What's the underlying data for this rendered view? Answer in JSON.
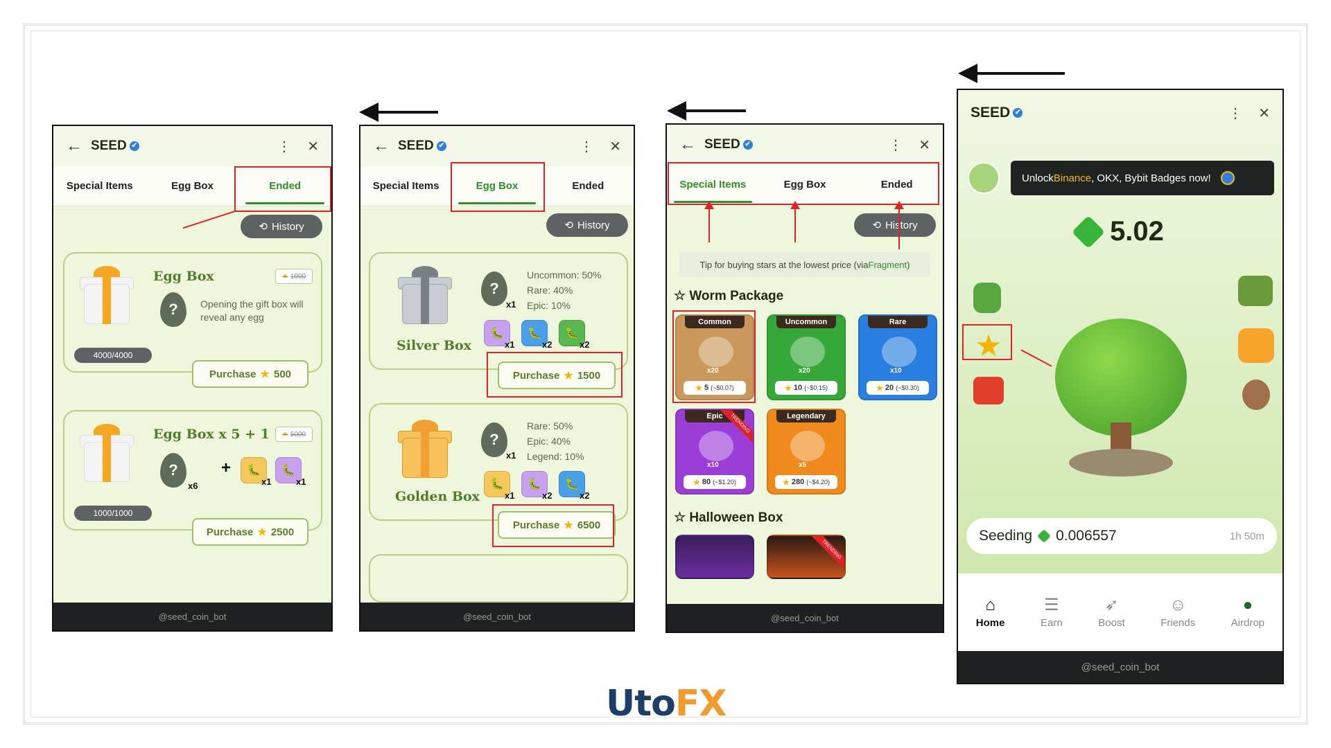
{
  "common": {
    "app_title": "SEED",
    "verified": "✔",
    "back": "←",
    "menu": "⋮",
    "close": "✕",
    "history": "History",
    "history_icon": "⟲",
    "footer": "@seed_coin_bot",
    "tabs": [
      "Special Items",
      "Egg Box",
      "Ended"
    ]
  },
  "panel1": {
    "active_tab": "Ended",
    "cards": [
      {
        "name": "Egg Box",
        "old_price": "1000",
        "desc": "Opening the gift box will reveal any egg",
        "count": "4000/4000",
        "purchase": "Purchase",
        "price": "500"
      },
      {
        "name": "Egg Box x 5 + 1",
        "old_price": "5000",
        "egg_mult": "x6",
        "plus": "+",
        "items": [
          "x1",
          "x1"
        ],
        "count": "1000/1000",
        "purchase": "Purchase",
        "price": "2500"
      }
    ]
  },
  "panel2": {
    "active_tab": "Egg Box",
    "cards": [
      {
        "name": "Silver Box",
        "egg_mult": "x1",
        "odds": [
          "Uncommon: 50%",
          "Rare: 40%",
          "Epic: 10%"
        ],
        "items": [
          "x1",
          "x2",
          "x2"
        ],
        "purchase": "Purchase",
        "price": "1500"
      },
      {
        "name": "Golden Box",
        "egg_mult": "x1",
        "odds": [
          "Rare: 50%",
          "Epic: 40%",
          "Legend: 10%"
        ],
        "items": [
          "x1",
          "x2",
          "x2"
        ],
        "purchase": "Purchase",
        "price": "6500"
      }
    ]
  },
  "panel3": {
    "active_tab": "Special Items",
    "tip_text": "Tip for buying stars at the lowest price (via ",
    "tip_link": "Fragment",
    "tip_close": ")",
    "worm_title": "Worm Package",
    "halloween_title": "Halloween Box",
    "trending": "TRENDING",
    "worms": [
      {
        "rarity": "Common",
        "qty": "x20",
        "price": "5",
        "usd": "(~$0.07)",
        "color": "#c9985a"
      },
      {
        "rarity": "Uncommon",
        "qty": "x20",
        "price": "10",
        "usd": "(~$0.15)",
        "color": "#36a83a"
      },
      {
        "rarity": "Rare",
        "qty": "x10",
        "price": "20",
        "usd": "(~$0.30)",
        "color": "#2a7fe0"
      },
      {
        "rarity": "Epic",
        "qty": "x10",
        "price": "80",
        "usd": "(~$1.20)",
        "color": "#9b3ed8"
      },
      {
        "rarity": "Legendary",
        "qty": "x5",
        "price": "280",
        "usd": "(~$4.20)",
        "color": "#f08a1c"
      }
    ]
  },
  "panel4": {
    "banner_pre": "Unlock ",
    "banner_binance": "Binance",
    "banner_post": " , OKX, Bybit Badges now!",
    "balance": "5.02",
    "seeding_label": "Seeding",
    "seeding_value": "0.006557",
    "seeding_time": "1h 50m",
    "nav": [
      {
        "label": "Home",
        "icon": "home-icon",
        "glyph": "⌂"
      },
      {
        "label": "Earn",
        "icon": "earn-icon",
        "glyph": "☰"
      },
      {
        "label": "Boost",
        "icon": "boost-icon",
        "glyph": "➶"
      },
      {
        "label": "Friends",
        "icon": "friends-icon",
        "glyph": "☺"
      },
      {
        "label": "Airdrop",
        "icon": "airdrop-icon",
        "glyph": "●"
      }
    ]
  },
  "brand": {
    "logo_a": "Uto",
    "logo_b": "FX"
  }
}
